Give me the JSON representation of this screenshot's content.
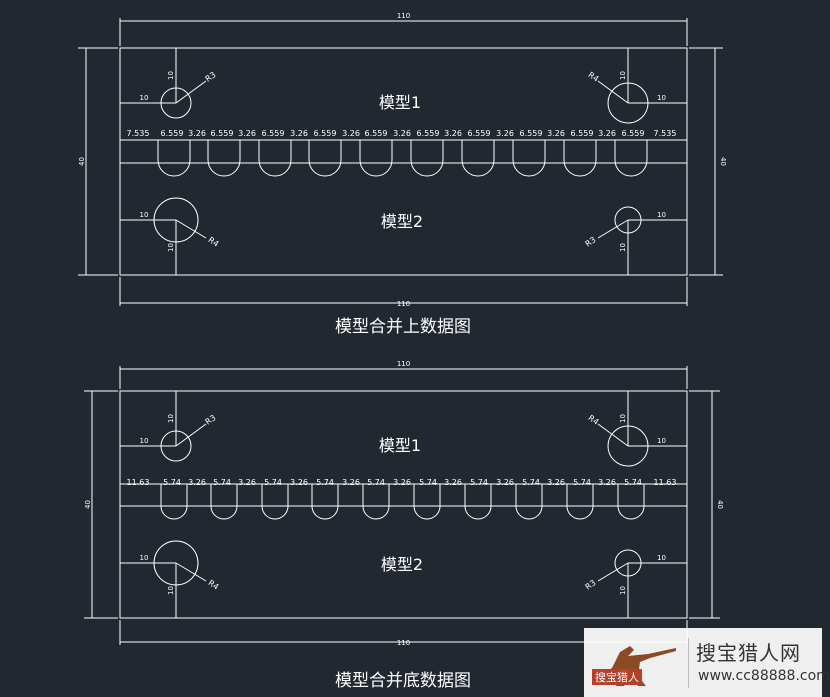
{
  "colors": {
    "background": "#212830",
    "line": "#ffffff"
  },
  "drawings": [
    {
      "caption": "模型合并上数据图",
      "top_dim": "110",
      "bottom_dim": "110",
      "left_dim": "40",
      "right_dim": "40",
      "model1_label": "模型1",
      "model2_label": "模型2",
      "dim_labels": [
        "7.535",
        "6.559",
        "3.26",
        "6.559",
        "3.26",
        "6.559",
        "3.26",
        "6.559",
        "3.26",
        "6.559",
        "3.26",
        "6.559",
        "3.26",
        "6.559",
        "3.26",
        "6.559",
        "3.26",
        "6.559",
        "3.26",
        "6.559",
        "7.535"
      ],
      "top_left": {
        "dim_h": "10",
        "dim_v": "10",
        "radius": "R3"
      },
      "top_right": {
        "dim_h": "10",
        "dim_v": "10",
        "radius": "R4"
      },
      "bottom_left": {
        "dim_h": "10",
        "dim_v": "10",
        "radius": "R4"
      },
      "bottom_right": {
        "dim_h": "10",
        "dim_v": "10",
        "radius": "R3"
      }
    },
    {
      "caption": "模型合并底数据图",
      "top_dim": "110",
      "bottom_dim": "110",
      "left_dim": "40",
      "right_dim": "40",
      "model1_label": "模型1",
      "model2_label": "模型2",
      "dim_labels": [
        "11.63",
        "5.74",
        "3.26",
        "5.74",
        "3.26",
        "5.74",
        "3.26",
        "5.74",
        "3.26",
        "5.74",
        "3.26",
        "5.74",
        "3.26",
        "5.74",
        "3.26",
        "5.74",
        "3.26",
        "5.74",
        "3.26",
        "5.74",
        "11.63"
      ],
      "top_left": {
        "dim_h": "10",
        "dim_v": "10",
        "radius": "R3"
      },
      "top_right": {
        "dim_h": "10",
        "dim_v": "10",
        "radius": "R4"
      },
      "bottom_left": {
        "dim_h": "10",
        "dim_v": "10",
        "radius": "R4"
      },
      "bottom_right": {
        "dim_h": "10",
        "dim_v": "10",
        "radius": "R3"
      }
    }
  ],
  "watermark": {
    "badge_text": "搜宝猎人",
    "name": "搜宝猎人网",
    "url": "www.cc88888.com"
  }
}
